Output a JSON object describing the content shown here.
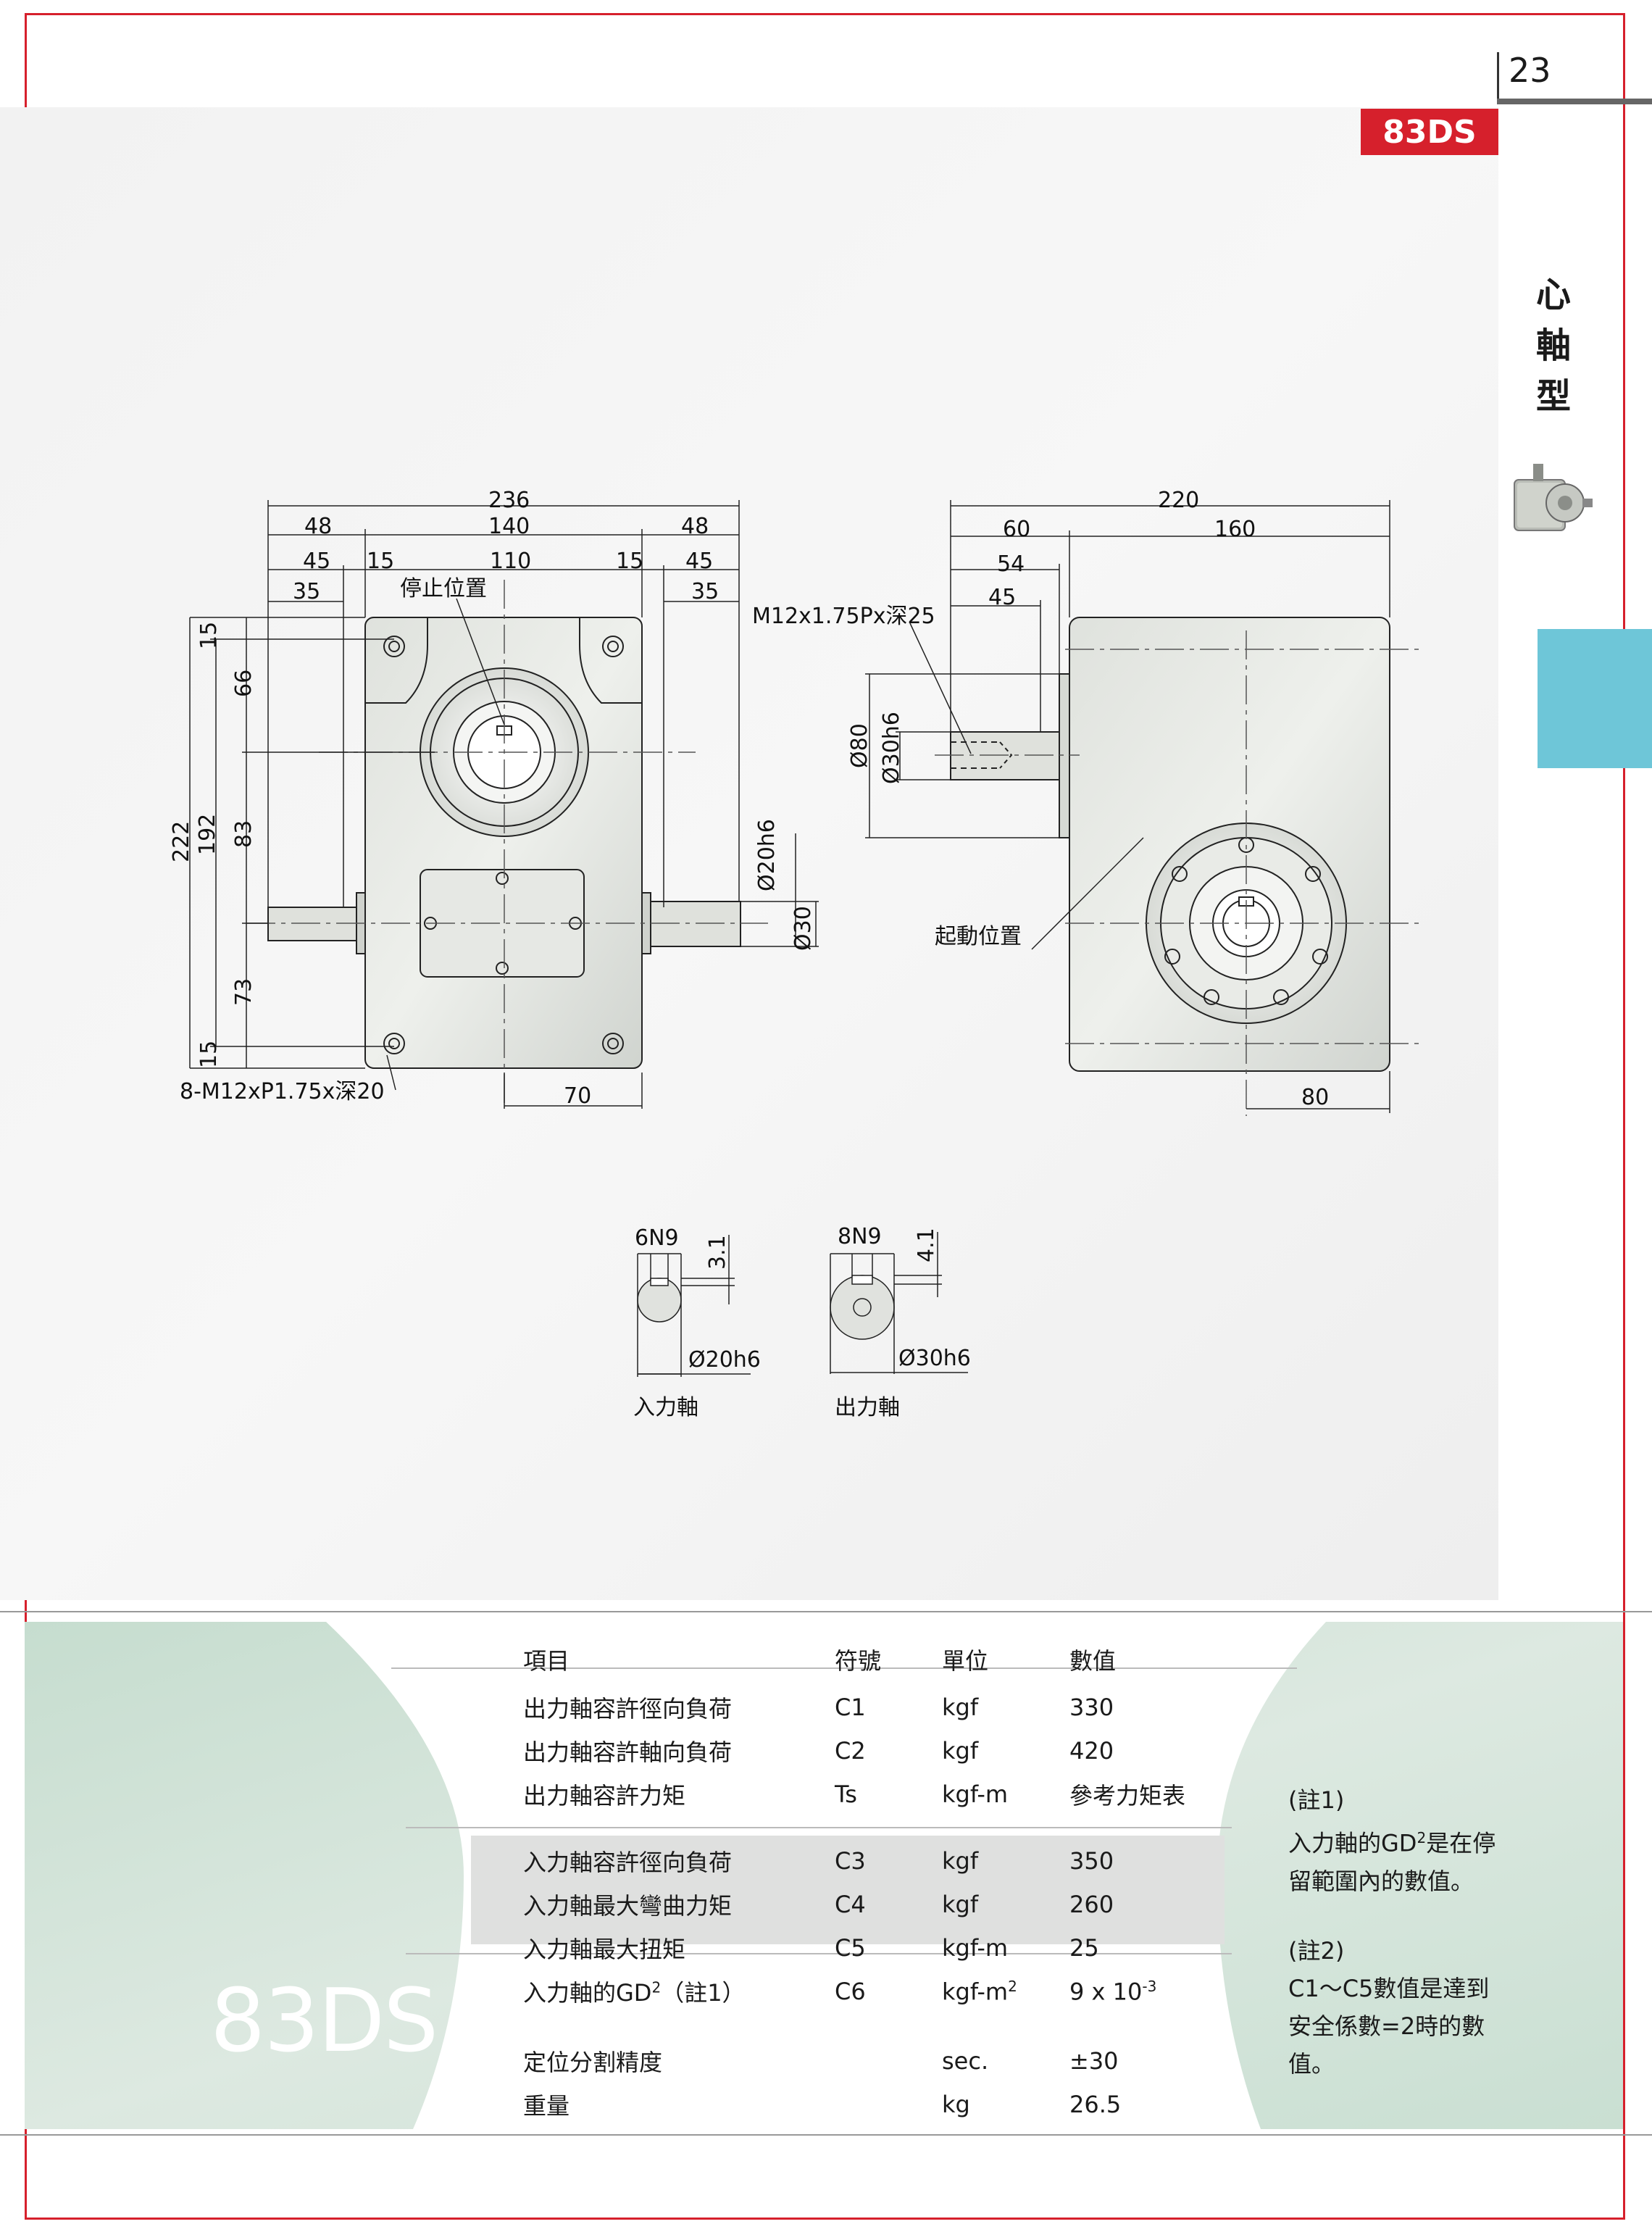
{
  "page": {
    "number": "23",
    "model_tag": "83DS",
    "type_label": [
      "心",
      "軸",
      "型"
    ]
  },
  "drawing": {
    "front_dims": {
      "d236": "236",
      "d48l": "48",
      "d140": "140",
      "d48r": "48",
      "d45l": "45",
      "d15l": "15",
      "d110": "110",
      "d15r": "15",
      "d45r": "45",
      "d35l": "35",
      "d35r": "35",
      "d70": "70"
    },
    "front_vert_dims": {
      "d222": "222",
      "d192": "192",
      "d15t": "15",
      "d66": "66",
      "d83": "83",
      "d73": "73",
      "d15b": "15"
    },
    "front_labels": {
      "stop_position": "停止位置",
      "bolt_holes": "8-M12xP1.75x深20",
      "input_shaft_dia": "Ø20h6",
      "input_shaft_dia2": "Ø30"
    },
    "side_dims": {
      "d220": "220",
      "d60": "60",
      "d160": "160",
      "d54": "54",
      "d45": "45",
      "d80": "80"
    },
    "side_labels": {
      "thread": "M12x1.75Px深25",
      "dia80": "Ø80",
      "dia30h6": "Ø30h6",
      "start_position": "起動位置"
    },
    "keyway": {
      "input": {
        "key": "6N9",
        "depth": "3.1",
        "dia": "Ø20h6",
        "label": "入力軸"
      },
      "output": {
        "key": "8N9",
        "depth": "4.1",
        "dia": "Ø30h6",
        "label": "出力軸"
      }
    }
  },
  "spec": {
    "headers": [
      "項目",
      "符號",
      "單位",
      "數值"
    ],
    "group1": [
      [
        "出力軸容許徑向負荷",
        "C1",
        "kgf",
        "330"
      ],
      [
        "出力軸容許軸向負荷",
        "C2",
        "kgf",
        "420"
      ],
      [
        "出力軸容許力矩",
        "Ts",
        "kgf-m",
        "參考力矩表"
      ]
    ],
    "group2": [
      [
        "入力軸容許徑向負荷",
        "C3",
        "kgf",
        "350"
      ],
      [
        "入力軸最大彎曲力矩",
        "C4",
        "kgf",
        "260"
      ],
      [
        "入力軸最大扭矩",
        "C5",
        "kgf-m",
        "25"
      ]
    ],
    "gd_row": {
      "item_main": "入力軸的GD",
      "item_sup": "2",
      "item_tail": "（註1）",
      "symbol": "C6",
      "unit_main": "kgf-m",
      "unit_sup": "2",
      "value_main": "9 x 10",
      "value_sup": "-3"
    },
    "group3": [
      [
        "定位分割精度",
        "",
        "sec.",
        "±30"
      ],
      [
        "重量",
        "",
        "kg",
        "26.5"
      ]
    ],
    "notes": {
      "n1_title": "(註1)",
      "n1_a": "入力軸的GD",
      "n1_sup": "2",
      "n1_b": "是在停",
      "n1_c": "留範圍內的數值。",
      "n2_title": "(註2)",
      "n2_a": "C1～C5數值是達到",
      "n2_b": "安全係數=2時的數",
      "n2_c": "值。"
    },
    "big_model": "83DS"
  },
  "colors": {
    "accent_red": "#d6202c",
    "tab_blue": "#6ec6d8",
    "band_green": "#cfe3d6",
    "body_gray": "#d9dcd8"
  }
}
